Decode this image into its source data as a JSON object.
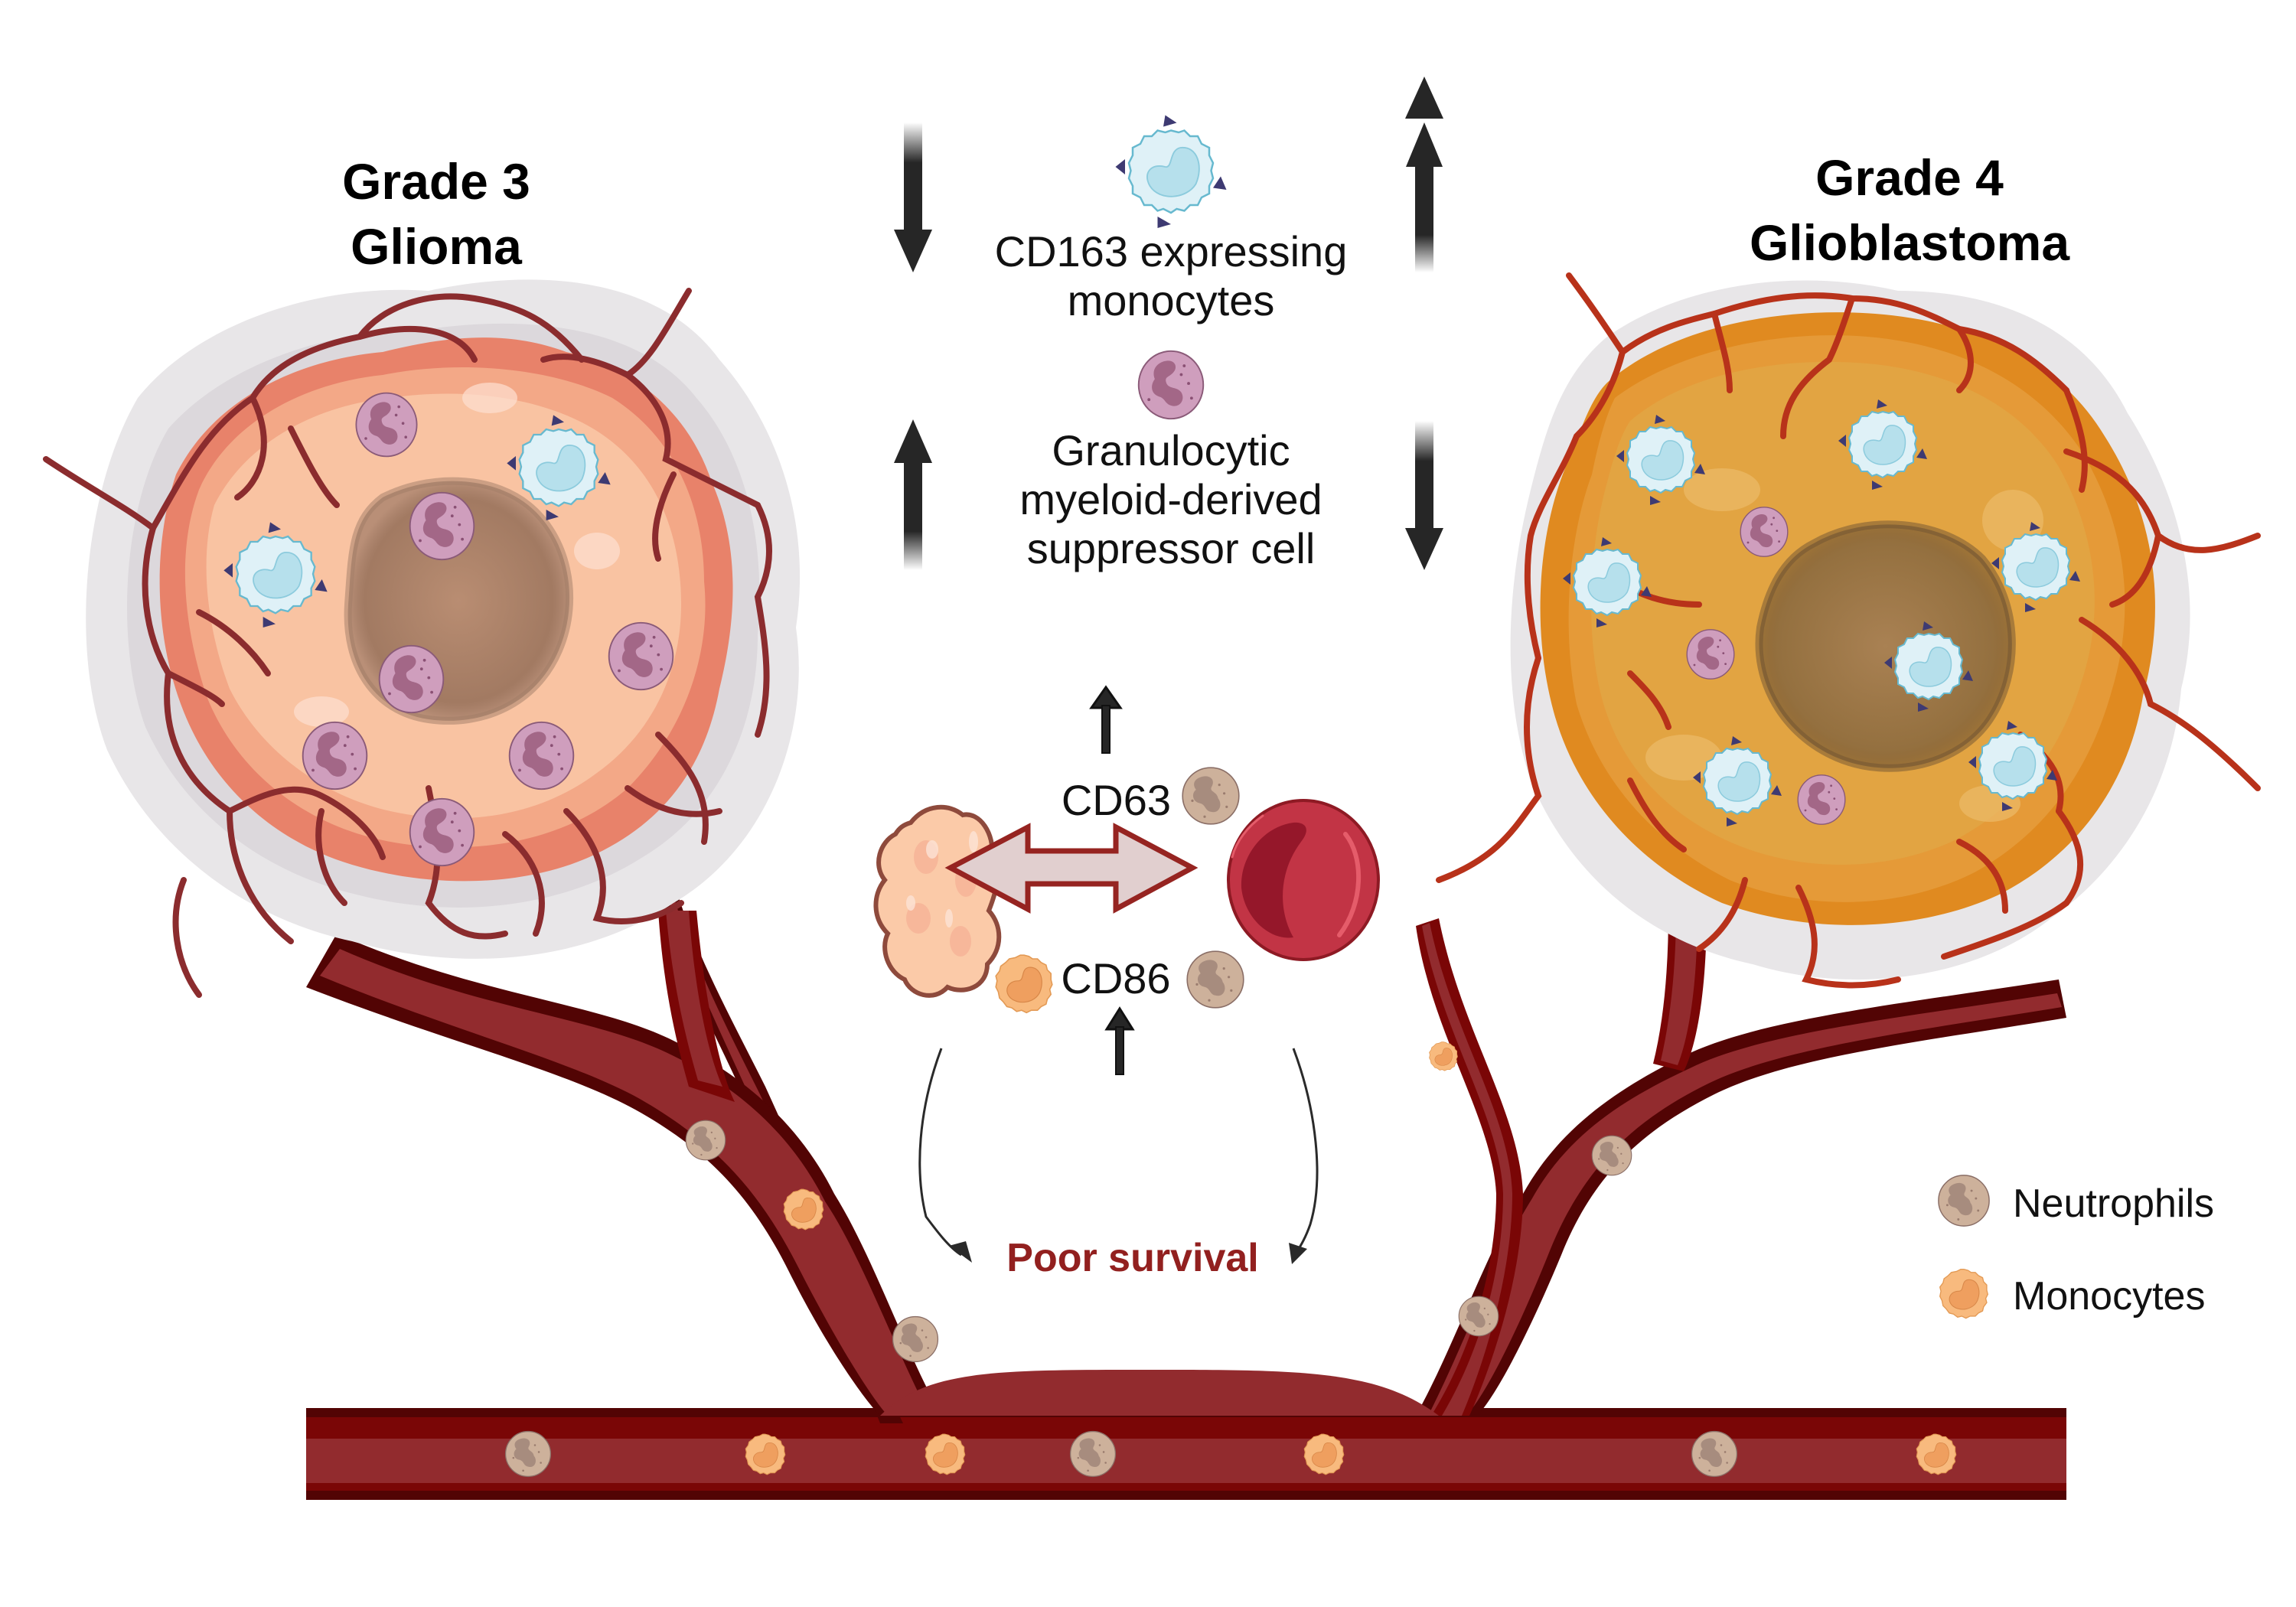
{
  "titles": {
    "left": [
      "Grade 3",
      "Glioma"
    ],
    "right": [
      "Grade 4",
      "Glioblastoma"
    ]
  },
  "center": {
    "cell_a": {
      "label": [
        "CD163 expressing",
        "monocytes"
      ],
      "icon": "macrophage-cd163-icon",
      "glioma_trend": "down",
      "glioblastoma_trend": "up"
    },
    "cell_b": {
      "label": [
        "Granulocytic",
        "myeloid-derived",
        "suppressor cell"
      ],
      "icon": "gmdsc-cell-icon",
      "glioma_trend": "up",
      "glioblastoma_trend": "down"
    },
    "markers": [
      {
        "label": "CD63",
        "trend": "up",
        "cell": "neutrophil"
      },
      {
        "label": "CD86",
        "trend": "up",
        "cell": "neutrophil"
      }
    ],
    "interaction": {
      "left": "tumor-cell-cluster-icon",
      "right": "red-blood-cell-icon",
      "arrow": "double-headed-arrow-icon"
    },
    "outcome": "Poor survival"
  },
  "legend": [
    {
      "label": "Neutrophils",
      "icon": "neutrophil-icon"
    },
    {
      "label": "Monocytes",
      "icon": "monocyte-icon"
    }
  ],
  "colors": {
    "vessel": "#922b2e",
    "vessel_dark": "#7a0606",
    "vessel_edge": "#520404",
    "glioma_fill": "#f9c3a2",
    "glioma_edge": "#e8826a",
    "gbm_fill": "#e2a442",
    "gbm_edge": "#e08a20",
    "capillary_glioma": "#8b2c2e",
    "capillary_gbm": "#b8321a",
    "necrosis": "#a57a5a",
    "halo": "#dedcdf",
    "macrophage": "#dff1f7",
    "macrophage_nucleus": "#b6e0ec",
    "receptor": "#3e3a72",
    "gmdsc": "#cf9ebd",
    "gmdsc_nucleus": "#a36787",
    "neutrophil": "#cdb19b",
    "neutrophil_nucleus": "#a78c7e",
    "monocyte": "#f8ba7e",
    "monocyte_nucleus": "#ef9f5f",
    "rbc": "#c23445",
    "rbc_center": "#95172a",
    "poor_survival": "#92201f",
    "arrow": "#262626"
  }
}
